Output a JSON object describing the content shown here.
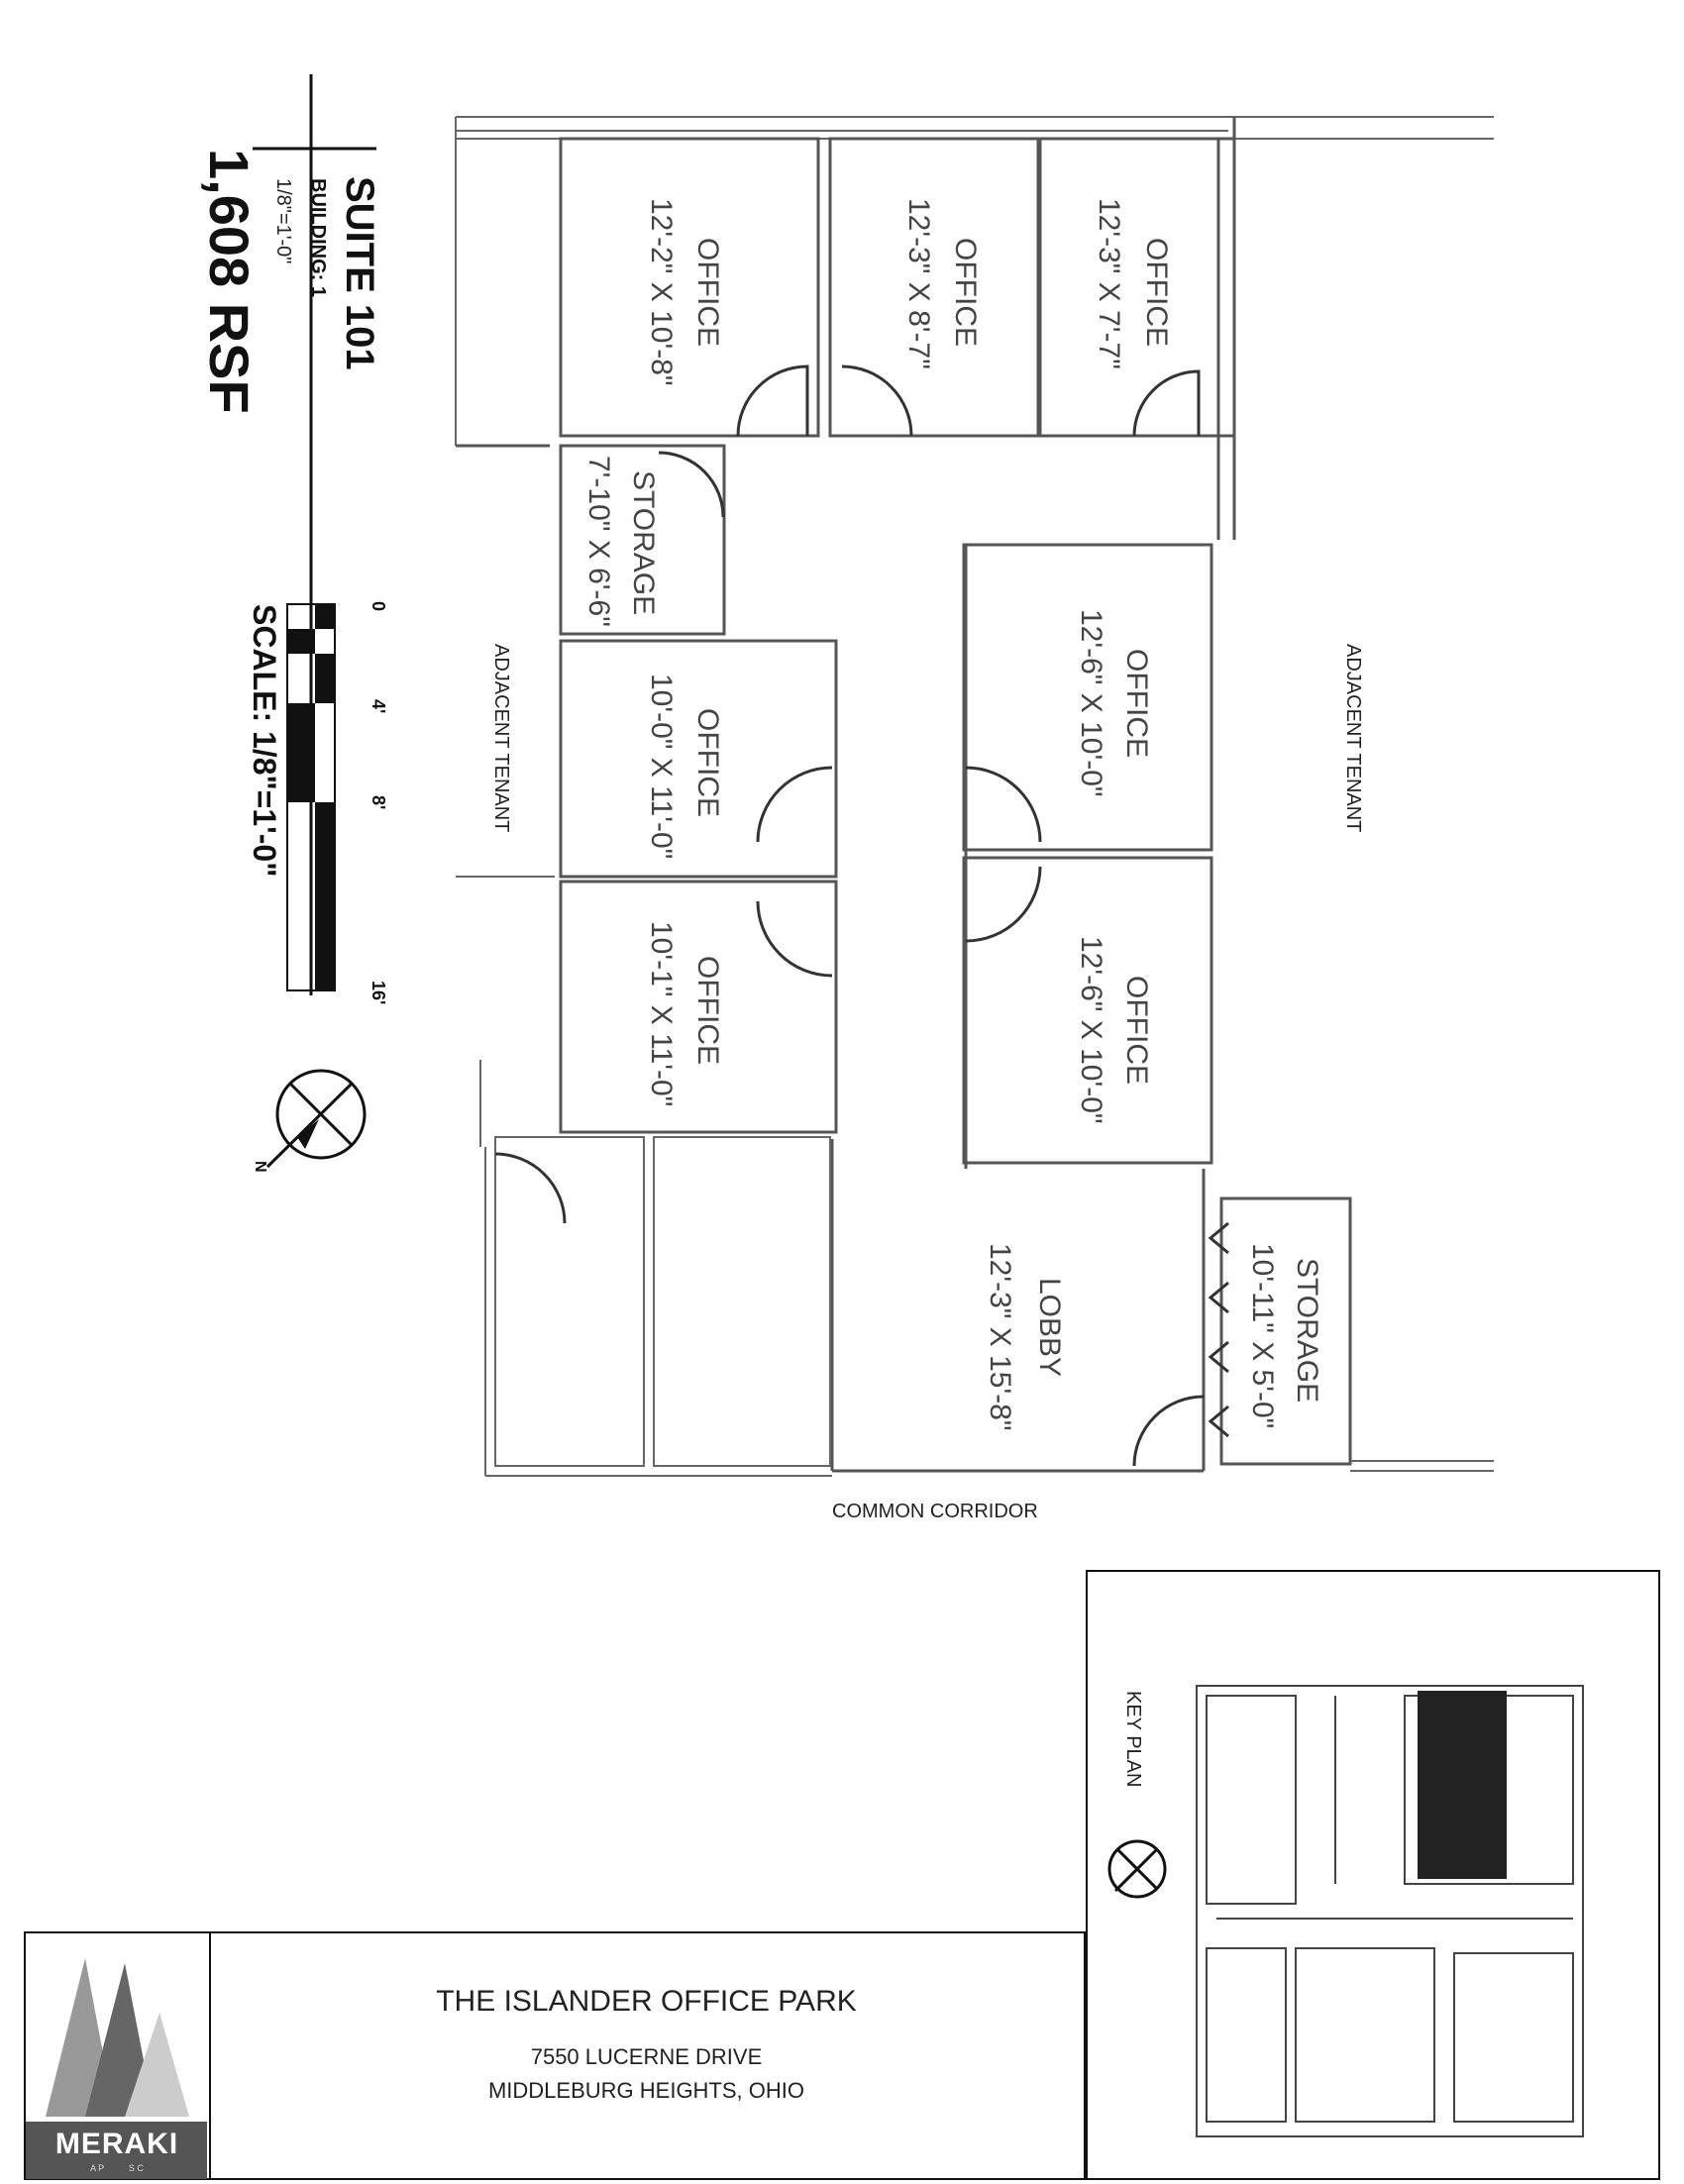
{
  "suite": {
    "name": "SUITE 101",
    "building": "BUILDING: 1",
    "scale_short": "1/8\"=1'-0\"",
    "area": "1,608 RSF"
  },
  "scale_bar": {
    "ticks": [
      "0",
      "4'",
      "8'",
      "16'"
    ],
    "label": "SCALE: 1/8\"=1'-0\""
  },
  "rooms": [
    {
      "name": "OFFICE",
      "dims": "12'-2\" X 10'-8\""
    },
    {
      "name": "OFFICE",
      "dims": "12'-3\" X 8'-7\""
    },
    {
      "name": "OFFICE",
      "dims": "12'-3\" X 7'-7\""
    },
    {
      "name": "STORAGE",
      "dims": "7'-10\" X 6'-6\""
    },
    {
      "name": "OFFICE",
      "dims": "10'-0\" X 11'-0\""
    },
    {
      "name": "OFFICE",
      "dims": "10'-1\" X 11'-0\""
    },
    {
      "name": "OFFICE",
      "dims": "12'-6\" X 10'-0\""
    },
    {
      "name": "OFFICE",
      "dims": "12'-6\" X 10'-0\""
    },
    {
      "name": "LOBBY",
      "dims": "12'-3\" X 15'-8\""
    },
    {
      "name": "STORAGE",
      "dims": "10'-11\" X 5'-0\""
    }
  ],
  "labels": {
    "adjacent_left": "ADJACENT TENANT",
    "adjacent_right": "ADJACENT TENANT",
    "corridor": "COMMON CORRIDOR",
    "north": "N",
    "key_plan": "KEY PLAN"
  },
  "title_block": {
    "property": "THE ISLANDER OFFICE PARK",
    "address1": "7550 LUCERNE DRIVE",
    "address2": "MIDDLEBURG HEIGHTS, OHIO",
    "logo_text": "MERAKI",
    "logo_small": "A P          S C"
  }
}
